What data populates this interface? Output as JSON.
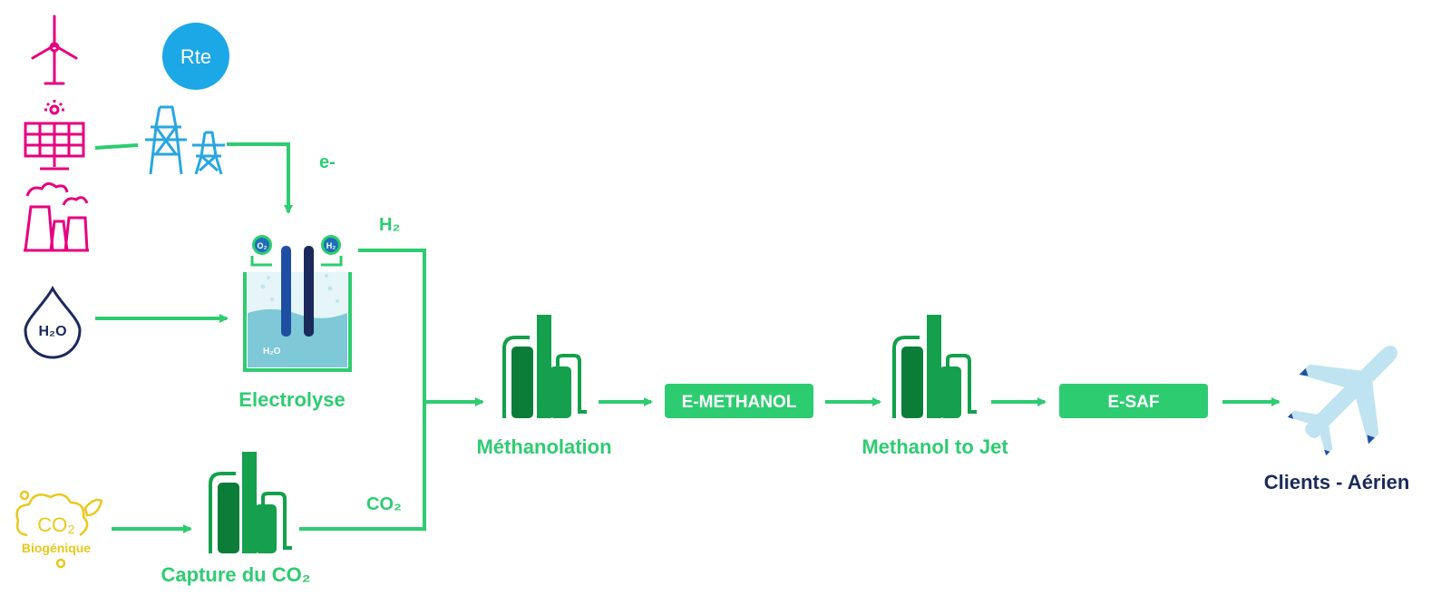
{
  "colors": {
    "flow": "#2ecc71",
    "label": "#2ecc71",
    "plant": "#14a04c",
    "plant_dark": "#0b7d39",
    "pink": "#e6007e",
    "cyan": "#29a6e0",
    "rte_bg": "#1ca7e6",
    "navy": "#1b2a5b",
    "bio": "#e9c81c",
    "badge": "#2ecc71",
    "plane": "#bfe3f0",
    "plane_accent": "#1f4fa3"
  },
  "icons": {
    "wind": "wind-turbine-icon",
    "solar": "solar-panel-icon",
    "factory": "factory-icon",
    "water": "water-drop-icon",
    "rte": "rte-logo-icon",
    "pylon": "power-pylon-icon",
    "co2": "co2-cloud-icon",
    "plane": "airplane-icon"
  },
  "labels": {
    "rte": "Rte",
    "h2o": "H₂O",
    "e_minus": "e-",
    "h2": "H₂",
    "co2": "CO₂",
    "co2_bubble": "CO₂",
    "biogenique": "Biogénique",
    "electrolysis_h2o": "H₂O",
    "electrolysis_o2": "O₂",
    "electrolysis_h2": "H₂",
    "electrolyse": "Electrolyse",
    "capture": "Capture du CO₂",
    "methanolation": "Méthanolation",
    "e_methanol": "E-METHANOL",
    "methanol_to_jet": "Methanol to Jet",
    "e_saf": "E-SAF",
    "clients": "Clients - Aérien"
  }
}
